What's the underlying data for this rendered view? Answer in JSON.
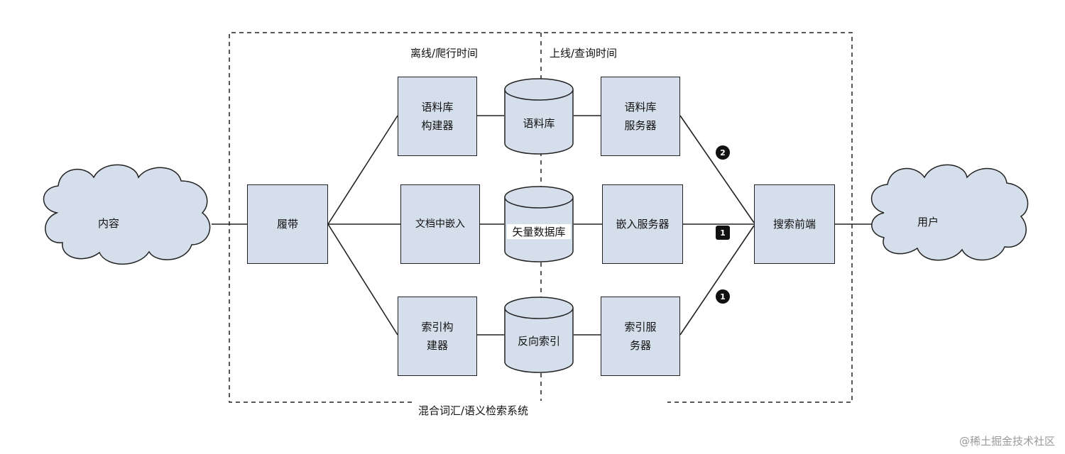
{
  "regions": {
    "offline_label": "离线/爬行时间",
    "online_label": "上线/查询时间",
    "system_label": "混合词汇/语义检索系统"
  },
  "nodes": {
    "content": "内容",
    "footprint": "履带",
    "corpus_builder": "语料库\n构建器",
    "doc_embed": "文档中嵌入",
    "index_builder": "索引构\n建器",
    "corpus_db": "语料库",
    "vector_db": "矢量数据库",
    "inverted_index": "反向索引",
    "corpus_server": "语料库\n服务器",
    "embed_server": "嵌入服务器",
    "index_server": "索引服\n务器",
    "search_frontend": "搜索前端",
    "user": "用户"
  },
  "badges": {
    "top": "2",
    "middle": "1",
    "bottom": "1"
  },
  "watermark": "@稀土掘金技术社区",
  "colors": {
    "box_fill": "#d5dfec",
    "outline": "#222222",
    "cloud_fill": "#d5dfec"
  }
}
